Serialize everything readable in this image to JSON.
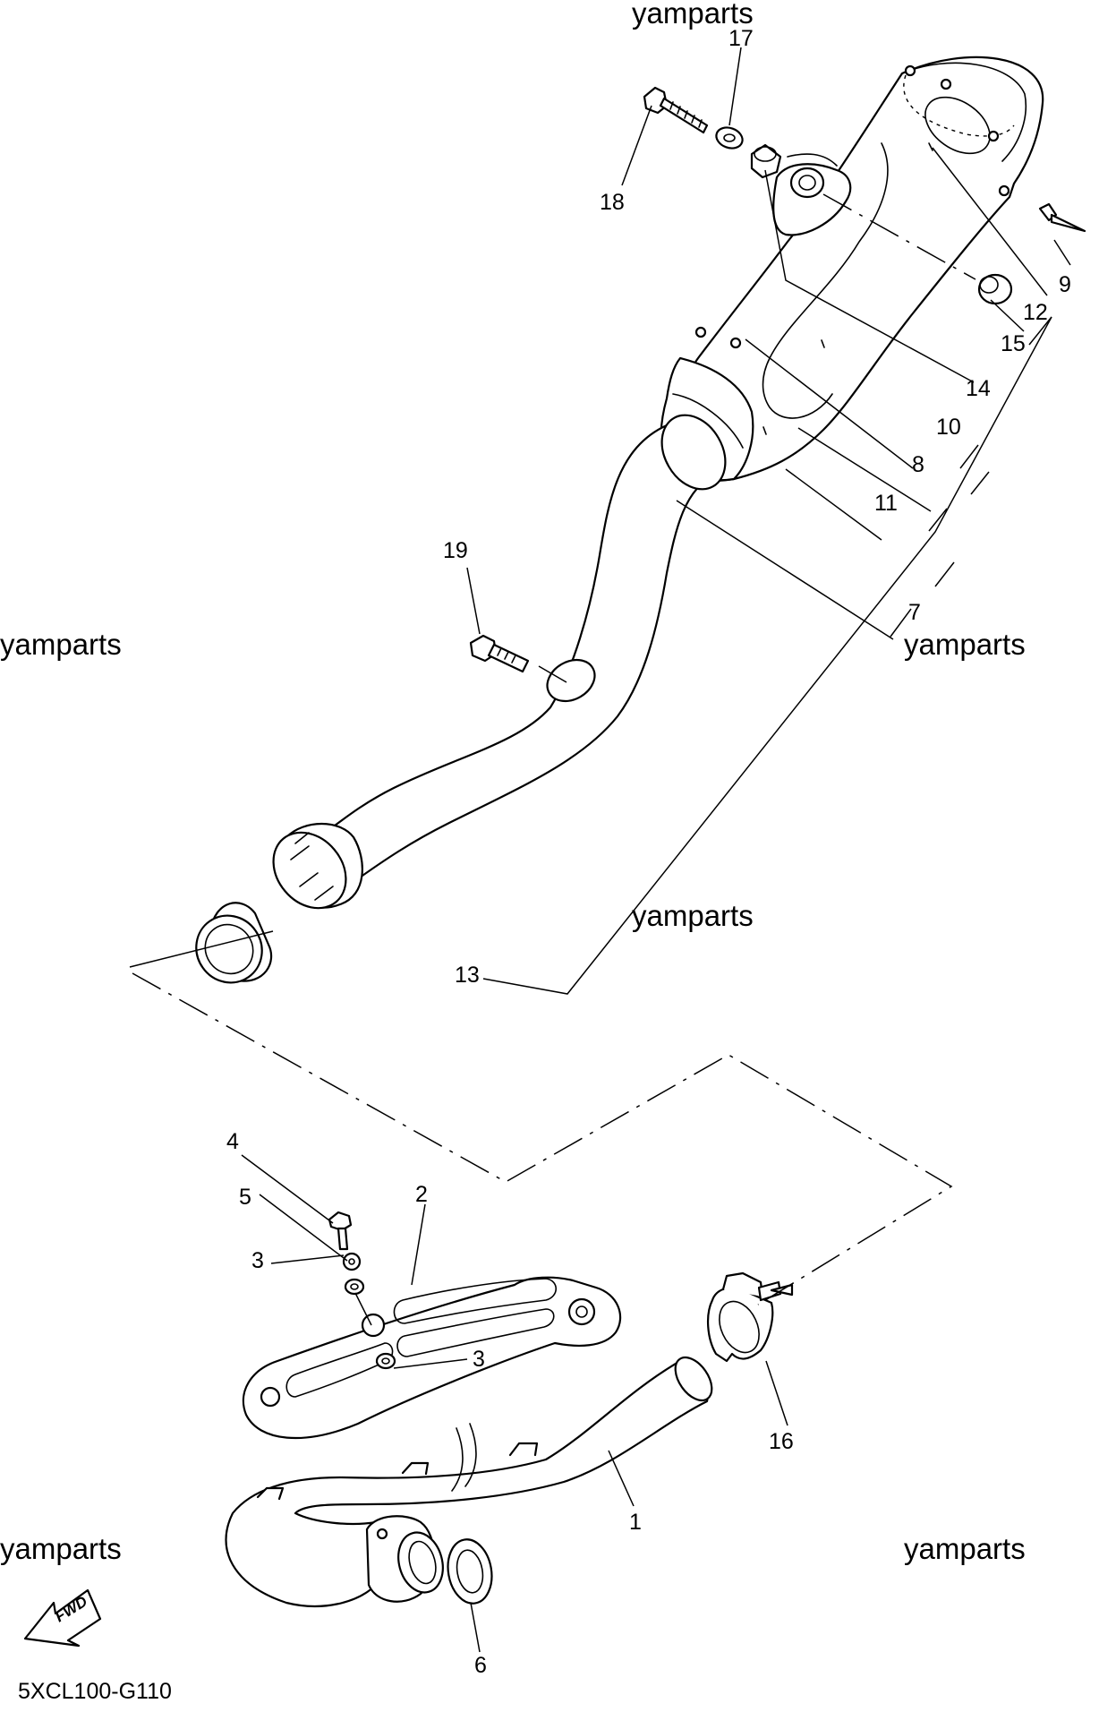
{
  "watermark": "yamparts",
  "diagram_code": "5XCL100-G110",
  "direction_label": "FWD",
  "callouts": {
    "c1": "1",
    "c2": "2",
    "c3a": "3",
    "c3b": "3",
    "c4": "4",
    "c5": "5",
    "c6": "6",
    "c7": "7",
    "c8": "8",
    "c9": "9",
    "c10": "10",
    "c11": "11",
    "c12": "12",
    "c13": "13",
    "c14": "14",
    "c15": "15",
    "c16": "16",
    "c17": "17",
    "c18": "18",
    "c19": "19"
  }
}
